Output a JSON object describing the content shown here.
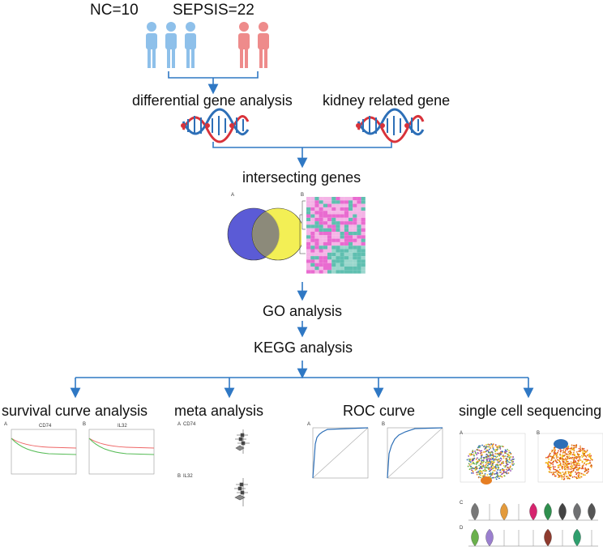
{
  "header": {
    "nc_label": "NC=10",
    "sepsis_label": "SEPSIS=22"
  },
  "steps": {
    "differential": "differential gene analysis",
    "kidney": "kidney related gene",
    "intersecting": "intersecting genes",
    "go": "GO analysis",
    "kegg": "KEGG analysis"
  },
  "branches": {
    "survival": "survival curve analysis",
    "meta": "meta analysis",
    "roc": "ROC curve",
    "single_cell": "single cell sequencing"
  },
  "panel_letters": {
    "a": "A",
    "b": "B",
    "c": "C",
    "d": "D"
  },
  "survival_panels": {
    "left_title": "CD74",
    "right_title": "IL32"
  },
  "meta_panels": {
    "top_gene": "CD74",
    "bottom_gene": "IL32"
  },
  "colors": {
    "people_blue": "#8ec0ea",
    "people_red": "#ee8b8b",
    "arrow_blue": "#2f78c4",
    "dna_red": "#d8323a",
    "dna_blue": "#2d6fb7",
    "venn_purple": "#5b5bd6",
    "venn_yellow": "#f2ee46"
  }
}
